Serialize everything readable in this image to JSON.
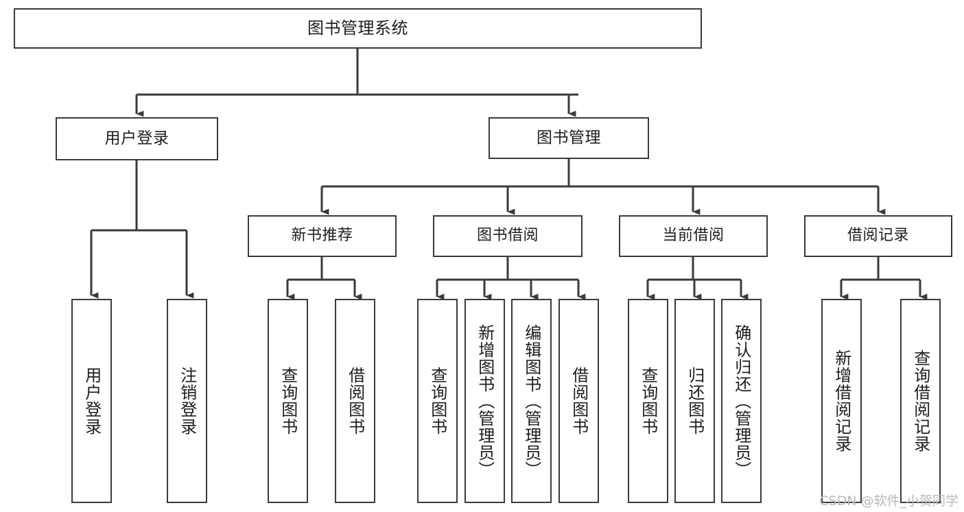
{
  "diagram": {
    "title": "图书管理系统",
    "watermark": "CSDN @软件_小贺同学",
    "colors": {
      "stroke": "#3a3a3a",
      "fill": "#ffffff",
      "text": "#1d1d1d",
      "watermark": "#b9b9b9"
    },
    "root": {
      "label": "图书管理系统"
    },
    "level1": [
      {
        "label": "用户登录"
      },
      {
        "label": "图书管理"
      }
    ],
    "level2": [
      {
        "label": "新书推荐"
      },
      {
        "label": "图书借阅"
      },
      {
        "label": "当前借阅"
      },
      {
        "label": "借阅记录"
      }
    ],
    "leaves": {
      "user_login": [
        {
          "label": "用户登录"
        },
        {
          "label": "注销登录"
        }
      ],
      "new_book_recommend": [
        {
          "label": "查询图书"
        },
        {
          "label": "借阅图书"
        }
      ],
      "book_borrow": [
        {
          "label": "查询图书"
        },
        {
          "label": "新增图书（管理员）"
        },
        {
          "label": "编辑图书（管理员）"
        },
        {
          "label": "借阅图书"
        }
      ],
      "current_borrow": [
        {
          "label": "查询图书"
        },
        {
          "label": "归还图书"
        },
        {
          "label": "确认归还（管理员）"
        }
      ],
      "borrow_record": [
        {
          "label": "新增借阅记录"
        },
        {
          "label": "查询借阅记录"
        }
      ]
    }
  }
}
